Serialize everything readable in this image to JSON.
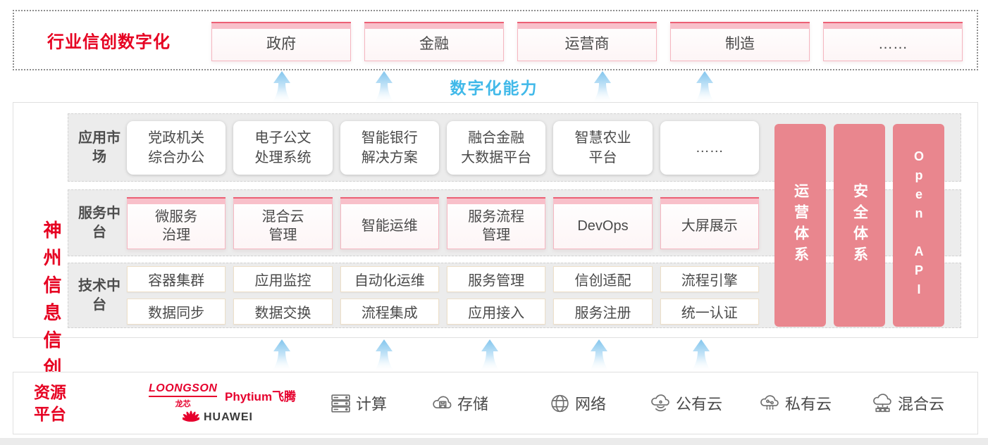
{
  "colors": {
    "brand_red": "#e60021",
    "logo_red": "#e6002d",
    "pillar_pink": "#e9868e",
    "arrow_blue": "#41b9e9",
    "row_gray": "#ececec"
  },
  "top_banner": {
    "title": "行业信创数字化",
    "items": [
      "政府",
      "金融",
      "运营商",
      "制造",
      "……"
    ]
  },
  "capability_label": "数字化能力",
  "platform": {
    "title": "神州信息信创云",
    "rows": {
      "app": {
        "label": "应用市场",
        "items": [
          "党政机关\n综合办公",
          "电子公文\n处理系统",
          "智能银行\n解决方案",
          "融合金融\n大数据平台",
          "智慧农业\n平台",
          "……"
        ]
      },
      "service": {
        "label": "服务中台",
        "items": [
          "微服务\n治理",
          "混合云\n管理",
          "智能运维",
          "服务流程\n管理",
          "DevOps",
          "大屏展示"
        ]
      },
      "tech": {
        "label": "技术中台",
        "items_top": [
          "容器集群",
          "应用监控",
          "自动化运维",
          "服务管理",
          "信创适配",
          "流程引擎"
        ],
        "items_bottom": [
          "数据同步",
          "数据交换",
          "流程集成",
          "应用接入",
          "服务注册",
          "统一认证"
        ]
      }
    },
    "pillars": [
      "运营体系",
      "安全体系",
      "Open API"
    ]
  },
  "resources": {
    "title": "资源\n平台",
    "vendors": {
      "loongson": "LOONGSON",
      "loongson_sub": "龙芯",
      "phytium": "Phytium飞腾",
      "huawei": "HUAWEI"
    },
    "items": [
      {
        "icon": "server-icon",
        "label": "计算"
      },
      {
        "icon": "storage-cloud-icon",
        "label": "存储"
      },
      {
        "icon": "network-globe-icon",
        "label": "网络"
      },
      {
        "icon": "public-cloud-icon",
        "label": "公有云"
      },
      {
        "icon": "private-cloud-icon",
        "label": "私有云"
      },
      {
        "icon": "hybrid-cloud-icon",
        "label": "混合云"
      }
    ]
  }
}
